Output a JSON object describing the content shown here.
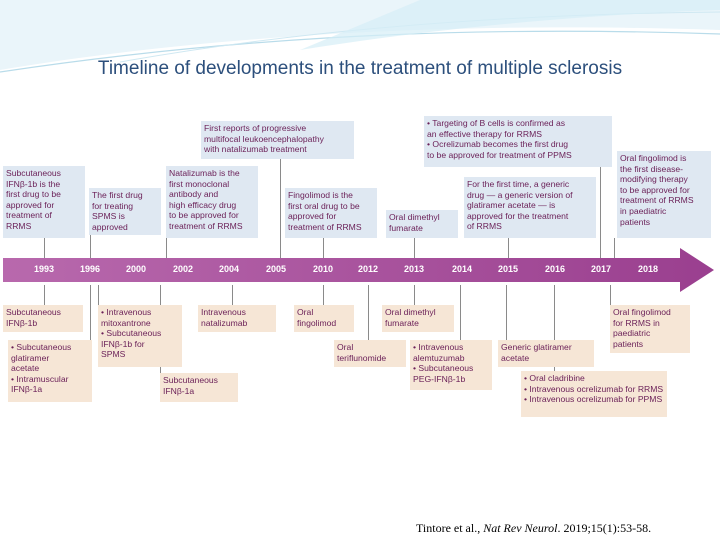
{
  "title": "Timeline of developments in the treatment of multiple sclerosis",
  "colors": {
    "arrow": "#9a3f8f",
    "top_box": "#dfe8f2",
    "bottom_box": "#f6e6d6",
    "box_text": "#6a1f57",
    "title": "#2c4f7c"
  },
  "years": [
    "1993",
    "1996",
    "2000",
    "2002",
    "2004",
    "2005",
    "2010",
    "2012",
    "2013",
    "2014",
    "2015",
    "2016",
    "2017",
    "2018"
  ],
  "top_events": [
    "Subcutaneous\nIFNβ-1b is the\nfirst drug to be\napproved for\ntreatment of\nRRMS",
    "The first drug\nfor treating\nSPMS is\napproved",
    "Natalizumab is the\nfirst monoclonal\nantibody and\nhigh efficacy drug\nto be approved for\ntreatment of RRMS",
    "First reports of progressive\nmultifocal leukoencephalopathy\nwith natalizumab treatment",
    "Fingolimod is the\nfirst oral drug to be\napproved for\ntreatment of RRMS",
    "Oral dimethyl\nfumarate",
    "For the first time, a generic\ndrug — a generic version of\nglatiramer acetate — is\napproved for the treatment\nof RRMS",
    "• Targeting of B cells is confirmed as\n  an effective therapy for RRMS\n• Ocrelizumab becomes the first drug\n  to be approved for treatment of PPMS",
    "Oral fingolimod is\nthe first disease-\nmodifying therapy\nto be approved for\ntreatment of RRMS\nin paediatric\npatients"
  ],
  "bottom_events": [
    "Subcutaneous\nIFNβ-1b",
    "• Subcutaneous\n  glatiramer\n  acetate\n• Intramuscular\n  IFNβ-1a",
    "• Intravenous\n  mitoxantrone\n• Subcutaneous\n  IFNβ-1b for\n  SPMS",
    "Subcutaneous\nIFNβ-1a",
    "Intravenous\nnatalizumab",
    "Oral\nfingolimod",
    "Oral\nteriflunomide",
    "Oral dimethyl\nfumarate",
    "• Intravenous\n  alemtuzumab\n• Subcutaneous\n  PEG-IFNβ-1b",
    "Generic glatiramer\nacetate",
    "• Oral cladribine\n• Intravenous ocrelizumab for RRMS\n• Intravenous ocrelizumab for PPMS",
    "Oral fingolimod\nfor RRMS in\npaediatric\npatients"
  ],
  "citation": {
    "authors": "Tintore et al., ",
    "journal": "Nat Rev Neurol",
    "details": ". 2019;15(1):53-58."
  }
}
